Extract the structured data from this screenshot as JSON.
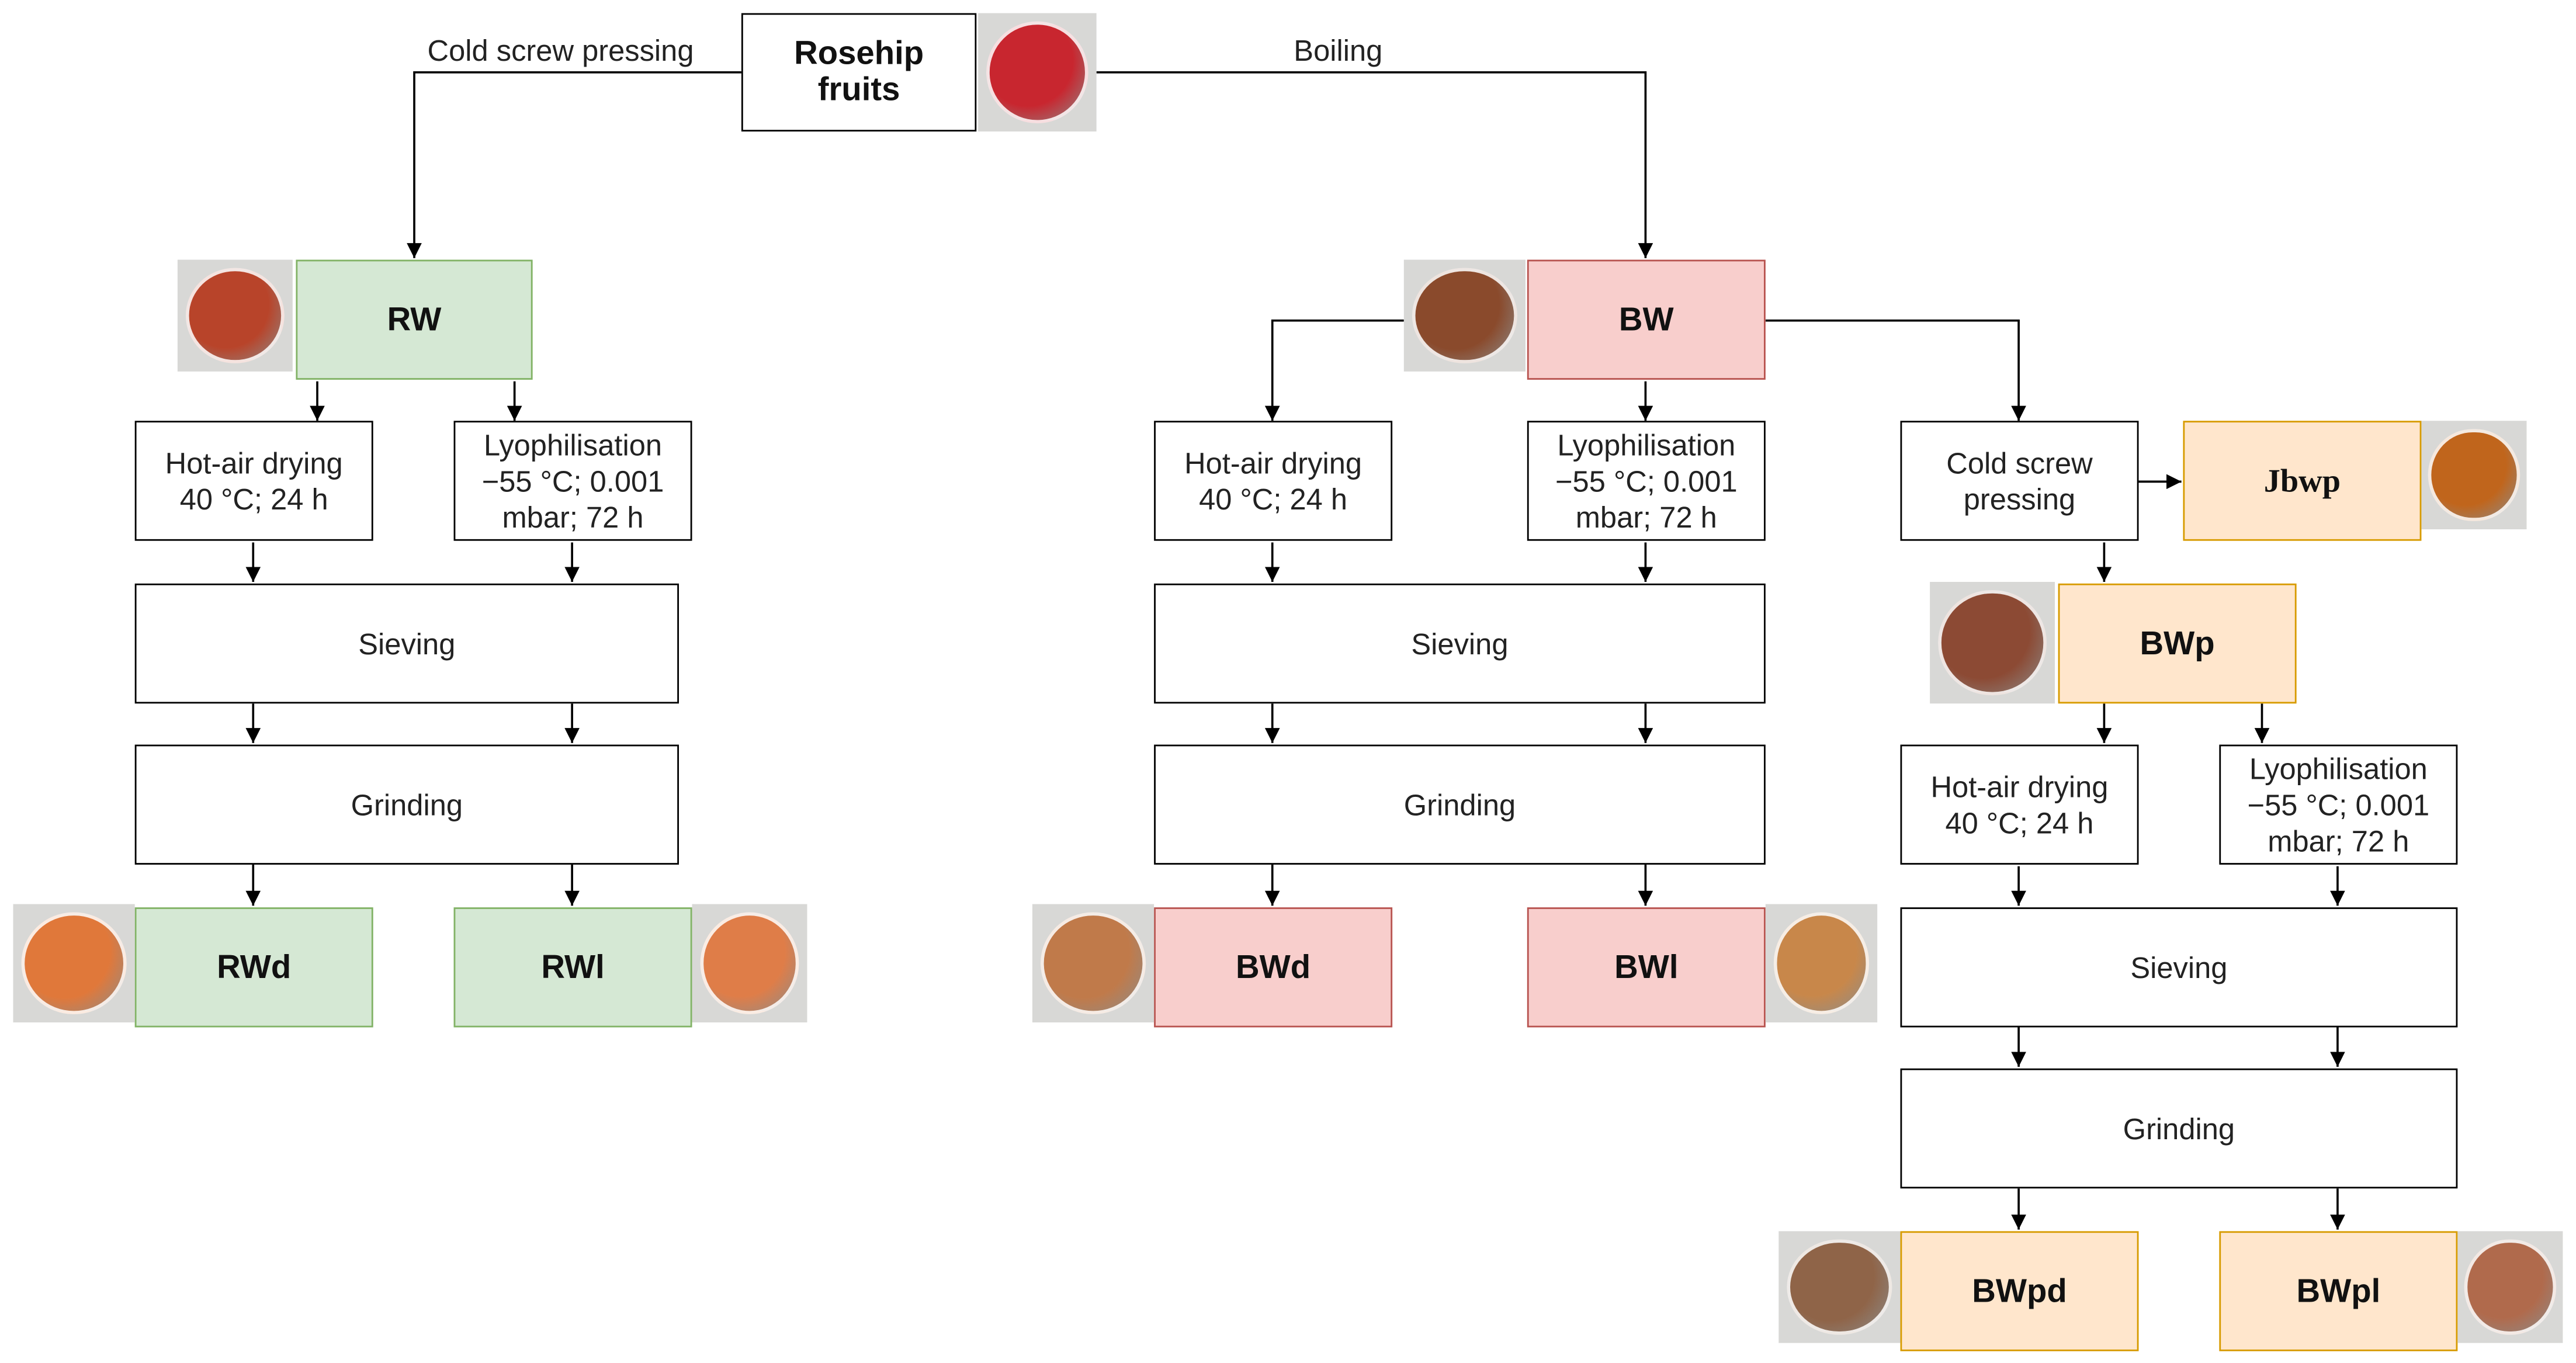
{
  "nodes": {
    "rosehip": "Rosehip\nfruits",
    "rw": "RW",
    "bw": "BW",
    "rw_hot": "Hot-air drying\n40 °C; 24 h",
    "rw_lyo": "Lyophilisation\n−55 °C; 0.001\nmbar; 72 h",
    "rw_sieving": "Sieving",
    "rw_grinding": "Grinding",
    "rwd": "RWd",
    "rwl": "RWl",
    "bw_hot": "Hot-air drying\n40 °C; 24 h",
    "bw_lyo": "Lyophilisation\n−55 °C; 0.001\nmbar; 72 h",
    "bw_sieving": "Sieving",
    "bw_grinding": "Grinding",
    "bwd": "BWd",
    "bwl": "BWl",
    "bw_press": "Cold screw\npressing",
    "jbwp": "Jbwp",
    "bwp": "BWp",
    "bwp_hot": "Hot-air drying\n40 °C; 24 h",
    "bwp_lyo": "Lyophilisation\n−55 °C; 0.001\nmbar; 72 h",
    "bwp_sieving": "Sieving",
    "bwp_grinding": "Grinding",
    "bwpd": "BWpd",
    "bwpl": "BWpl"
  },
  "edge_labels": {
    "left": "Cold screw pressing",
    "right": "Boiling"
  },
  "photos": [
    {
      "name": "rosehip-fruits-photo",
      "color": "#c8262f"
    },
    {
      "name": "rw-photo",
      "color": "#b8442a"
    },
    {
      "name": "bw-photo",
      "color": "#8a4a2c"
    },
    {
      "name": "rwd-photo",
      "color": "#e0783a"
    },
    {
      "name": "rwl-photo",
      "color": "#df7d48"
    },
    {
      "name": "bwd-photo",
      "color": "#c07a4a"
    },
    {
      "name": "bwl-photo",
      "color": "#c8874a"
    },
    {
      "name": "jbwp-photo",
      "color": "#c0651c"
    },
    {
      "name": "bwp-photo",
      "color": "#8c4a34"
    },
    {
      "name": "bwpd-photo",
      "color": "#8f6448"
    },
    {
      "name": "bwpl-photo",
      "color": "#b06a4c"
    }
  ],
  "colors": {
    "green_fill": "#d5e8d4",
    "green_border": "#82b366",
    "red_fill": "#f8cecc",
    "red_border": "#b85450",
    "orange_fill": "#ffe6cc",
    "orange_border": "#d79b00"
  }
}
